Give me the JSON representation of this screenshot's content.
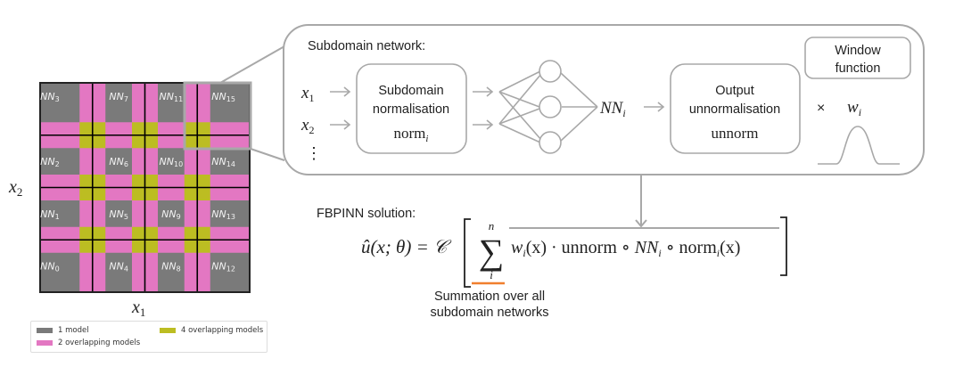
{
  "colors": {
    "one_model": "#7a7a7a",
    "two_overlap": "#e377c2",
    "four_overlap": "#bcbd22",
    "box_stroke": "#a8a8a8",
    "text": "#222222",
    "accent_underline": "#f07f2e"
  },
  "domain_grid": {
    "rows": 4,
    "cols": 4,
    "cell_labels": [
      [
        "NN",
        "3"
      ],
      [
        "NN",
        "7"
      ],
      [
        "NN",
        "11"
      ],
      [
        "NN",
        "15"
      ],
      [
        "NN",
        "2"
      ],
      [
        "NN",
        "6"
      ],
      [
        "NN",
        "10"
      ],
      [
        "NN",
        "14"
      ],
      [
        "NN",
        "1"
      ],
      [
        "NN",
        "5"
      ],
      [
        "NN",
        "9"
      ],
      [
        "NN",
        "13"
      ],
      [
        "NN",
        "0"
      ],
      [
        "NN",
        "4"
      ],
      [
        "NN",
        "8"
      ],
      [
        "NN",
        "12"
      ]
    ],
    "highlighted_subdomain": "NN15",
    "x_axis_label": "x",
    "x_axis_sub": "1",
    "y_axis_label": "x",
    "y_axis_sub": "2"
  },
  "legend": {
    "items": [
      {
        "label": "1 model",
        "color_key": "one_model"
      },
      {
        "label": "2 overlapping models",
        "color_key": "two_overlap"
      },
      {
        "label": "4 overlapping models",
        "color_key": "four_overlap"
      }
    ]
  },
  "subdomain_network": {
    "title": "Subdomain network:",
    "inputs": [
      {
        "var": "x",
        "sub": "1"
      },
      {
        "var": "x",
        "sub": "2"
      },
      {
        "var": "⋮",
        "sub": ""
      }
    ],
    "norm_box": {
      "line1": "Subdomain",
      "line2": "normalisation",
      "math": "norm",
      "math_sub": "i"
    },
    "network_output": {
      "var": "NN",
      "sub": "i"
    },
    "unnorm_box": {
      "line1": "Output",
      "line2": "unnormalisation",
      "math": "unnorm"
    },
    "times_symbol": "×",
    "window_box": {
      "line1": "Window",
      "line2": "function"
    },
    "window_var": {
      "var": "w",
      "sub": "i"
    }
  },
  "solution": {
    "title": "FBPINN solution:",
    "lhs": "û(x; θ) = ",
    "operator": "𝒞",
    "sum_upper": "n",
    "sum_lower": "i",
    "sum_symbol": "∑",
    "term_w": "w",
    "term_w_sub": "i",
    "term_mid": "(x) · unnorm ∘ ",
    "term_nn": "NN",
    "term_nn_sub": "i",
    "term_after_nn": " ∘ norm",
    "term_norm_sub": "i",
    "term_end": "(x)",
    "annotation_line1": "Summation over all",
    "annotation_line2": "subdomain networks"
  }
}
